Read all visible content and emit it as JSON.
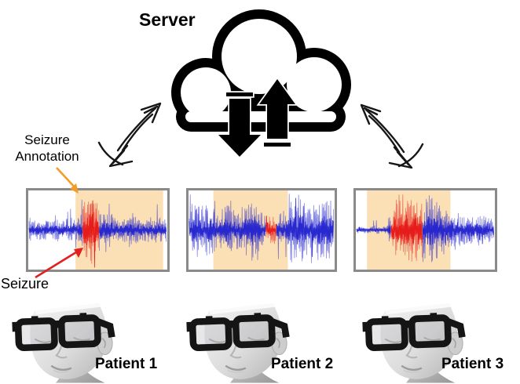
{
  "figure": {
    "server_label": "Server",
    "seizure_annotation_label_line1": "Seizure",
    "seizure_annotation_label_line2": "Annotation",
    "seizure_label": "Seizure",
    "patients": [
      {
        "label": "Patient 1"
      },
      {
        "label": "Patient 2"
      },
      {
        "label": "Patient 3"
      }
    ],
    "icons": {
      "cloud": "server-cloud-icon",
      "download": "download-arrow-icon",
      "upload": "upload-arrow-icon",
      "sync_left": "sketch-double-arrow-left",
      "sync_right": "sketch-double-arrow-right",
      "patient_head": "patient-head-with-eeg-glasses"
    }
  },
  "colors": {
    "ink": "#000000",
    "signal_blue": "#2323cd",
    "seizure_red": "#e51717",
    "annotation_fill": "#fae0b4",
    "plot_border": "#8a8a8a",
    "annotation_arrow": "#f59c27",
    "seizure_arrow": "#e32020"
  },
  "eeg_plots": [
    {
      "name": "patient-1-eeg",
      "annotation_region_pct": [
        34,
        97
      ],
      "seizure_region_pct": [
        39,
        51
      ],
      "envelope": [
        [
          0,
          0.26
        ],
        [
          20,
          0.3
        ],
        [
          35,
          0.3
        ],
        [
          39,
          0.55
        ],
        [
          41,
          1.0
        ],
        [
          48,
          1.0
        ],
        [
          51,
          0.6
        ],
        [
          55,
          0.52
        ],
        [
          65,
          0.42
        ],
        [
          80,
          0.38
        ],
        [
          100,
          0.34
        ]
      ],
      "spike_chance": 0.06,
      "spike_gain": 2.2,
      "seed": 7
    },
    {
      "name": "patient-2-eeg",
      "annotation_region_pct": [
        17,
        68
      ],
      "seizure_region_pct": [
        53,
        60
      ],
      "envelope": [
        [
          0,
          0.55
        ],
        [
          5,
          0.95
        ],
        [
          10,
          0.5
        ],
        [
          14,
          0.85
        ],
        [
          20,
          0.45
        ],
        [
          26,
          0.75
        ],
        [
          32,
          0.5
        ],
        [
          38,
          0.7
        ],
        [
          44,
          0.95
        ],
        [
          49,
          0.55
        ],
        [
          53,
          0.38
        ],
        [
          60,
          0.38
        ],
        [
          63,
          0.5
        ],
        [
          66,
          0.4
        ],
        [
          70,
          0.9
        ],
        [
          76,
          1.0
        ],
        [
          83,
          0.6
        ],
        [
          90,
          0.95
        ],
        [
          100,
          0.8
        ]
      ],
      "spike_chance": 0.1,
      "spike_gain": 1.8,
      "seed": 13
    },
    {
      "name": "patient-3-eeg",
      "annotation_region_pct": [
        8,
        68
      ],
      "seizure_region_pct": [
        25,
        48
      ],
      "envelope": [
        [
          0,
          0.1
        ],
        [
          8,
          0.08
        ],
        [
          13,
          0.14
        ],
        [
          18,
          0.09
        ],
        [
          22,
          0.12
        ],
        [
          25,
          0.45
        ],
        [
          28,
          0.85
        ],
        [
          33,
          1.0
        ],
        [
          40,
          0.95
        ],
        [
          48,
          0.9
        ],
        [
          52,
          1.0
        ],
        [
          57,
          0.85
        ],
        [
          62,
          0.7
        ],
        [
          70,
          0.55
        ],
        [
          78,
          0.45
        ],
        [
          88,
          0.42
        ],
        [
          100,
          0.3
        ]
      ],
      "spike_chance": 0.07,
      "spike_gain": 1.9,
      "seed": 21
    }
  ]
}
